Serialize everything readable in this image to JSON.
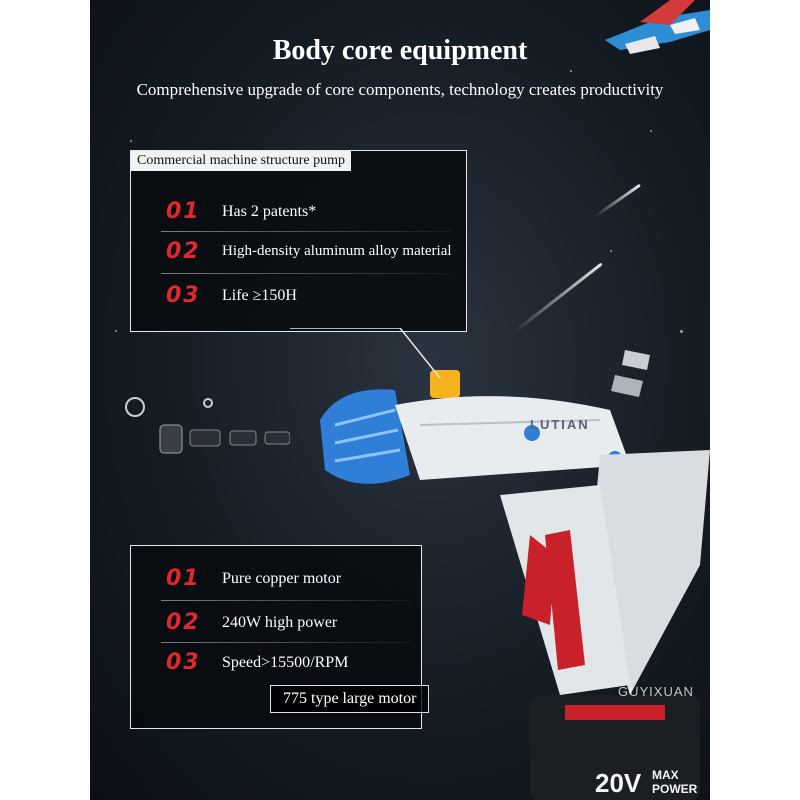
{
  "header": {
    "title": "Body core equipment",
    "subtitle": "Comprehensive upgrade of core components, technology creates productivity"
  },
  "pump_panel": {
    "heading": "Commercial machine structure pump",
    "items": [
      {
        "num": "01",
        "text": "Has 2 patents*"
      },
      {
        "num": "02",
        "text": "High-density aluminum alloy material"
      },
      {
        "num": "03",
        "text": "Life ≥150H"
      }
    ]
  },
  "motor_panel": {
    "items": [
      {
        "num": "01",
        "text": "Pure copper motor"
      },
      {
        "num": "02",
        "text": "240W high power"
      },
      {
        "num": "03",
        "text": "Speed>15500/RPM"
      }
    ],
    "tag": "775 type large motor"
  },
  "product": {
    "brand": "LUTIAN",
    "battery_voltage": "20V",
    "battery_label_1": "MAX",
    "battery_label_2": "POWER"
  },
  "watermark": "GUYIXUAN",
  "colors": {
    "accent_red": "#e0282d",
    "pump_blue": "#2f7fd8",
    "body_white": "#e9ecef"
  }
}
